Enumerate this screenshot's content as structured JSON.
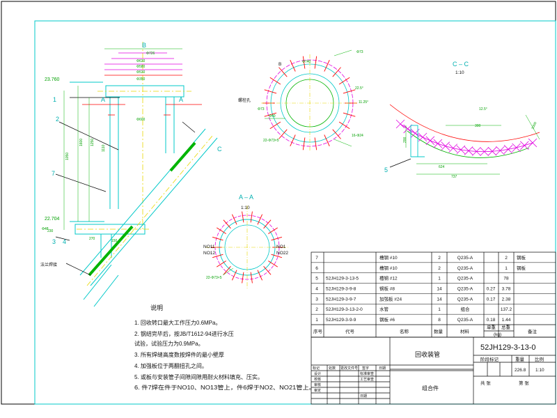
{
  "colors": {
    "frame": "#00c8c8",
    "pipe": "#00b400",
    "center": "#e8d800",
    "flange": "#e000e0",
    "accent": "#ff0000",
    "ink": "#000000"
  },
  "main_view": {
    "section_marks": [
      "B",
      "A",
      "A",
      "C"
    ],
    "elevations": [
      "23.760",
      "22.704"
    ],
    "part_callouts": [
      "1",
      "2",
      "7",
      "3",
      "4"
    ],
    "dims": [
      "Φ726",
      "Φ630",
      "Φ580",
      "Φ530",
      "Φ350",
      "Φ600",
      "1050",
      "1600",
      "1250",
      "1110",
      "270",
      "150",
      "230"
    ],
    "left_labels": [
      "Φ48",
      "法兰焊接"
    ]
  },
  "section_b": {
    "labels": [
      "B",
      "Φ73",
      "Φ740",
      "22.5°",
      "11.25°",
      "22-Φ73×5",
      "螺栓孔",
      "16-Φ24",
      "Φ40",
      "Φ73"
    ]
  },
  "section_cc": {
    "title": "C – C",
    "scale": "1:10",
    "dims": [
      "12.5°",
      "300",
      "624",
      "737",
      "200",
      "1000"
    ],
    "callout": "5"
  },
  "section_aa": {
    "title": "A – A",
    "scale": "1:10",
    "labels_left": [
      "NO11",
      "NO12"
    ],
    "labels_right": [
      "NO1",
      "NO22"
    ],
    "note": "22-Φ73×5"
  },
  "notes": {
    "title": "说明",
    "items": [
      "1. 回收转口最大工作压力0.6MPa。",
      "2. 钢结完毕后，按JB/T1612-94进行水压",
      "   试验，试验压力为0.9MPa。",
      "3. 所有焊缝高度数按焊件的最小壁厚",
      "4. 加强板位于两翻扭孔之间。",
      "5. 或板与安装管子间隙间隙用耐火材料填充、压实。",
      "6. 件7焊在件于NO10、NO13管上，件6焊于NO2、NO21管上。"
    ]
  },
  "bom": {
    "rows": [
      {
        "no": "7",
        "code": "",
        "name": "槽钢 #10",
        "qty": "2",
        "material": "Q235-A",
        "unit": "",
        "total": "2",
        "remark": "钢板"
      },
      {
        "no": "6",
        "code": "",
        "name": "槽钢 #10",
        "qty": "2",
        "material": "Q235-A",
        "unit": "",
        "total": "1",
        "remark": "钢板"
      },
      {
        "no": "5",
        "code": "52JH129-3-13-5",
        "name": "槽钢 #12",
        "qty": "1",
        "material": "Q235-A",
        "unit": "",
        "total": "78",
        "remark": ""
      },
      {
        "no": "4",
        "code": "52JH129-3-9-8",
        "name": "钢板 #8",
        "qty": "14",
        "material": "Q235-A",
        "unit": "0.27",
        "total": "3.78",
        "remark": ""
      },
      {
        "no": "3",
        "code": "52JH129-3-9-7",
        "name": "加强板 #24",
        "qty": "14",
        "material": "Q235-A",
        "unit": "0.17",
        "total": "2.38",
        "remark": ""
      },
      {
        "no": "2",
        "code": "52JH129-3-13-2-0",
        "name": "水管",
        "qty": "1",
        "material": "组合",
        "unit": "",
        "total": "137.2",
        "remark": ""
      },
      {
        "no": "1",
        "code": "52JH129-3-9-9",
        "name": "钢板 #6",
        "qty": "8",
        "material": "Q235-A",
        "unit": "0.18",
        "total": "1.44",
        "remark": ""
      }
    ],
    "headers": {
      "no": "序号",
      "code": "代号",
      "name": "名称",
      "qty": "数量",
      "material": "材料",
      "unit": "单重",
      "total": "总重",
      "weight_unit": "(kg)",
      "remark": "备注"
    }
  },
  "title_block": {
    "drawing_no": "52JH129-3-13-0",
    "title": "回收装管",
    "subtitle": "组合件",
    "stage_label": "阶段标记",
    "weight_label": "重量",
    "scale_label": "比例",
    "weight": "226.8",
    "scale": "1:10",
    "sheet_total": "共 张",
    "sheet_no": "第 张",
    "roles": [
      "标记",
      "处数",
      "更改文件号",
      "签字",
      "日期"
    ],
    "roles2": [
      "设计",
      "校核",
      "审核",
      "审定"
    ],
    "roles3": [
      "标准审查",
      "工艺审查",
      "日期"
    ]
  }
}
